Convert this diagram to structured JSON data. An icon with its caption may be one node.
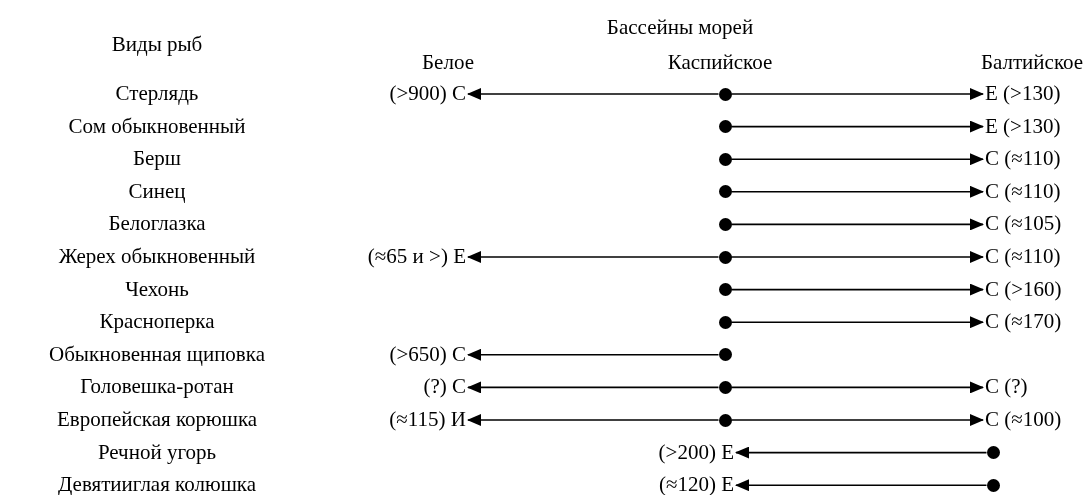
{
  "diagram": {
    "nodes": [
      {
        "text": [
          "(>900) С"
        ]
      },
      {
        "text": [],
        "shape": "circle"
      },
      {
        "text": [
          "Е (>130)"
        ]
      },
      {
        "text": [],
        "shape": "circle"
      },
      {
        "text": [
          "Е (>130)"
        ]
      },
      {
        "text": [],
        "shape": "circle"
      },
      {
        "text": [
          "С (≈110)"
        ]
      },
      {
        "text": [],
        "shape": "circle"
      },
      {
        "text": [
          "С (≈110)"
        ]
      },
      {
        "text": [],
        "shape": "circle"
      },
      {
        "text": [
          "С (≈105)"
        ]
      },
      {
        "text": [
          "(≈65 и >) Е"
        ]
      },
      {
        "text": [],
        "shape": "circle"
      },
      {
        "text": [
          "С (≈110)"
        ]
      },
      {
        "text": [],
        "shape": "circle"
      },
      {
        "text": [
          "С (>160)"
        ]
      },
      {
        "text": [],
        "shape": "circle"
      },
      {
        "text": [
          "С (≈170)"
        ]
      },
      {
        "text": [
          "(>650) С"
        ]
      },
      {
        "text": [],
        "shape": "circle"
      },
      {
        "text": [
          "(?) С"
        ]
      },
      {
        "text": [],
        "shape": "circle"
      },
      {
        "text": [
          "С (?)"
        ]
      },
      {
        "text": [
          "(≈115) И"
        ]
      },
      {
        "text": [],
        "shape": "circle"
      },
      {
        "text": [
          "С (≈100)"
        ]
      },
      {
        "text": [
          "(>200) Е"
        ]
      },
      {
        "text": [],
        "shape": "circle"
      },
      {
        "text": [
          "(≈120) Е"
        ]
      },
      {
        "text": [],
        "shape": "circle"
      }
    ],
    "edges": [
      {
        "from": 1,
        "to": 0,
        "arrow": "to"
      },
      {
        "from": 1,
        "to": 2,
        "arrow": "to"
      },
      {
        "from": 3,
        "to": 4,
        "arrow": "to"
      },
      {
        "from": 5,
        "to": 6,
        "arrow": "to"
      },
      {
        "from": 7,
        "to": 8,
        "arrow": "to"
      },
      {
        "from": 9,
        "to": 10,
        "arrow": "to"
      },
      {
        "from": 12,
        "to": 11,
        "arrow": "to"
      },
      {
        "from": 12,
        "to": 13,
        "arrow": "to"
      },
      {
        "from": 14,
        "to": 15,
        "arrow": "to"
      },
      {
        "from": 16,
        "to": 17,
        "arrow": "to"
      },
      {
        "from": 19,
        "to": 18,
        "arrow": "to"
      },
      {
        "from": 21,
        "to": 20,
        "arrow": "to"
      },
      {
        "from": 21,
        "to": 22,
        "arrow": "to"
      },
      {
        "from": 24,
        "to": 23,
        "arrow": "to"
      },
      {
        "from": 24,
        "to": 25,
        "arrow": "to"
      },
      {
        "from": 27,
        "to": 26,
        "arrow": "to"
      },
      {
        "from": 29,
        "to": 28,
        "arrow": "to"
      }
    ],
    "labels": [
      "Бассейны морей",
      "Виды рыб",
      "Белое",
      "Каспийское",
      "Балтийское",
      "Стерлядь",
      "Сом обыкновенный",
      "Берш",
      "Синец",
      "Белоглазка",
      "Жерех обыкновенный",
      "Чехонь",
      "Красноперка",
      "Обыкновенная щиповка",
      "Головешка-ротан",
      "Европейская корюшка",
      "Речной угорь",
      "Девятииглая колюшка"
    ]
  }
}
